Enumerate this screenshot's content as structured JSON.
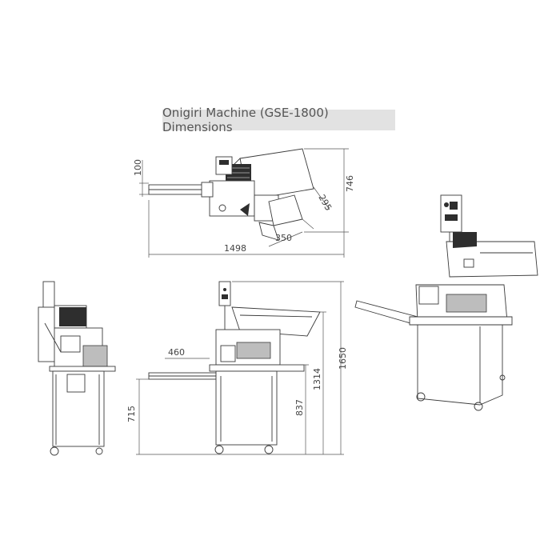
{
  "title": "Onigiri Machine (GSE-1800) Dimensions",
  "dimensions": {
    "top_depth": "100",
    "top_height": "746",
    "top_angle": "295",
    "top_chute": "350",
    "top_length": "1498",
    "front_conveyor": "460",
    "front_conveyor_height": "715",
    "front_table_height": "837",
    "front_hopper_height": "1314",
    "front_total_height": "1650"
  },
  "colors": {
    "line": "#3a3a3a",
    "title_bg": "#e2e2e2",
    "title_text": "#555555"
  }
}
